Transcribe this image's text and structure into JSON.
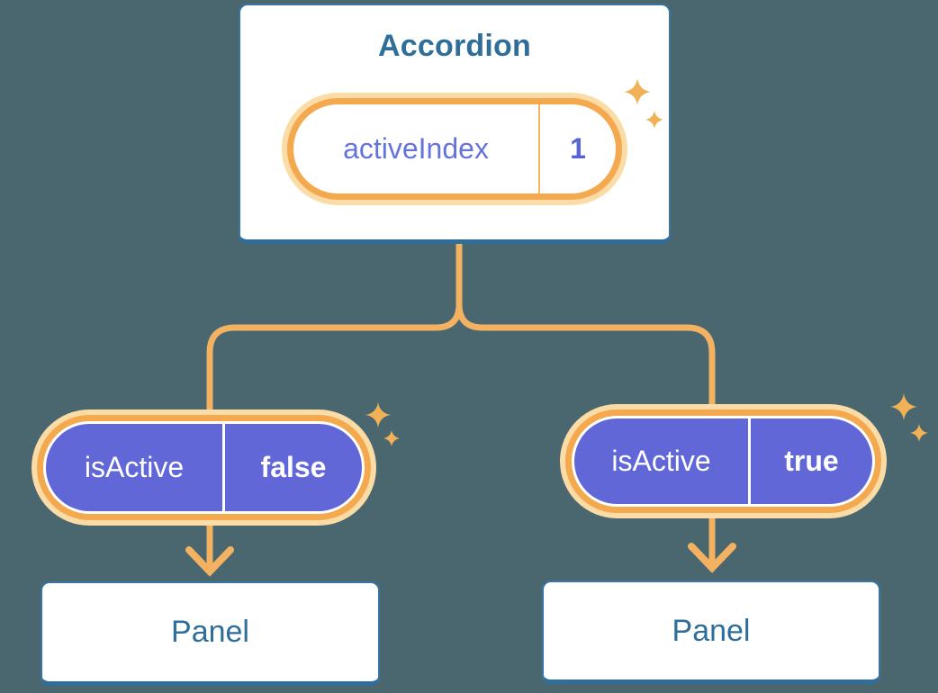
{
  "colors": {
    "background": "#4A6770",
    "card_fill": "#FFFFFF",
    "card_border": "#3A74A2",
    "heading_text": "#2E6E99",
    "pill_purple": "#6267D8",
    "purple_text": "#6673DB",
    "orange_ring": "#F4A94F",
    "orange_halo": "#FBDBA6",
    "connector_orange": "#F3B261",
    "sparkle_orange": "#F1B156",
    "white_text": "#FFFFFF"
  },
  "icons": {
    "sparkle": "✦",
    "arrow_down": "↓"
  },
  "diagram": {
    "root": {
      "title": "Accordion",
      "prop_name": "activeIndex",
      "prop_value": "1"
    },
    "children": [
      {
        "prop_name": "isActive",
        "prop_value": "false",
        "panel_label": "Panel"
      },
      {
        "prop_name": "isActive",
        "prop_value": "true",
        "panel_label": "Panel"
      }
    ]
  }
}
